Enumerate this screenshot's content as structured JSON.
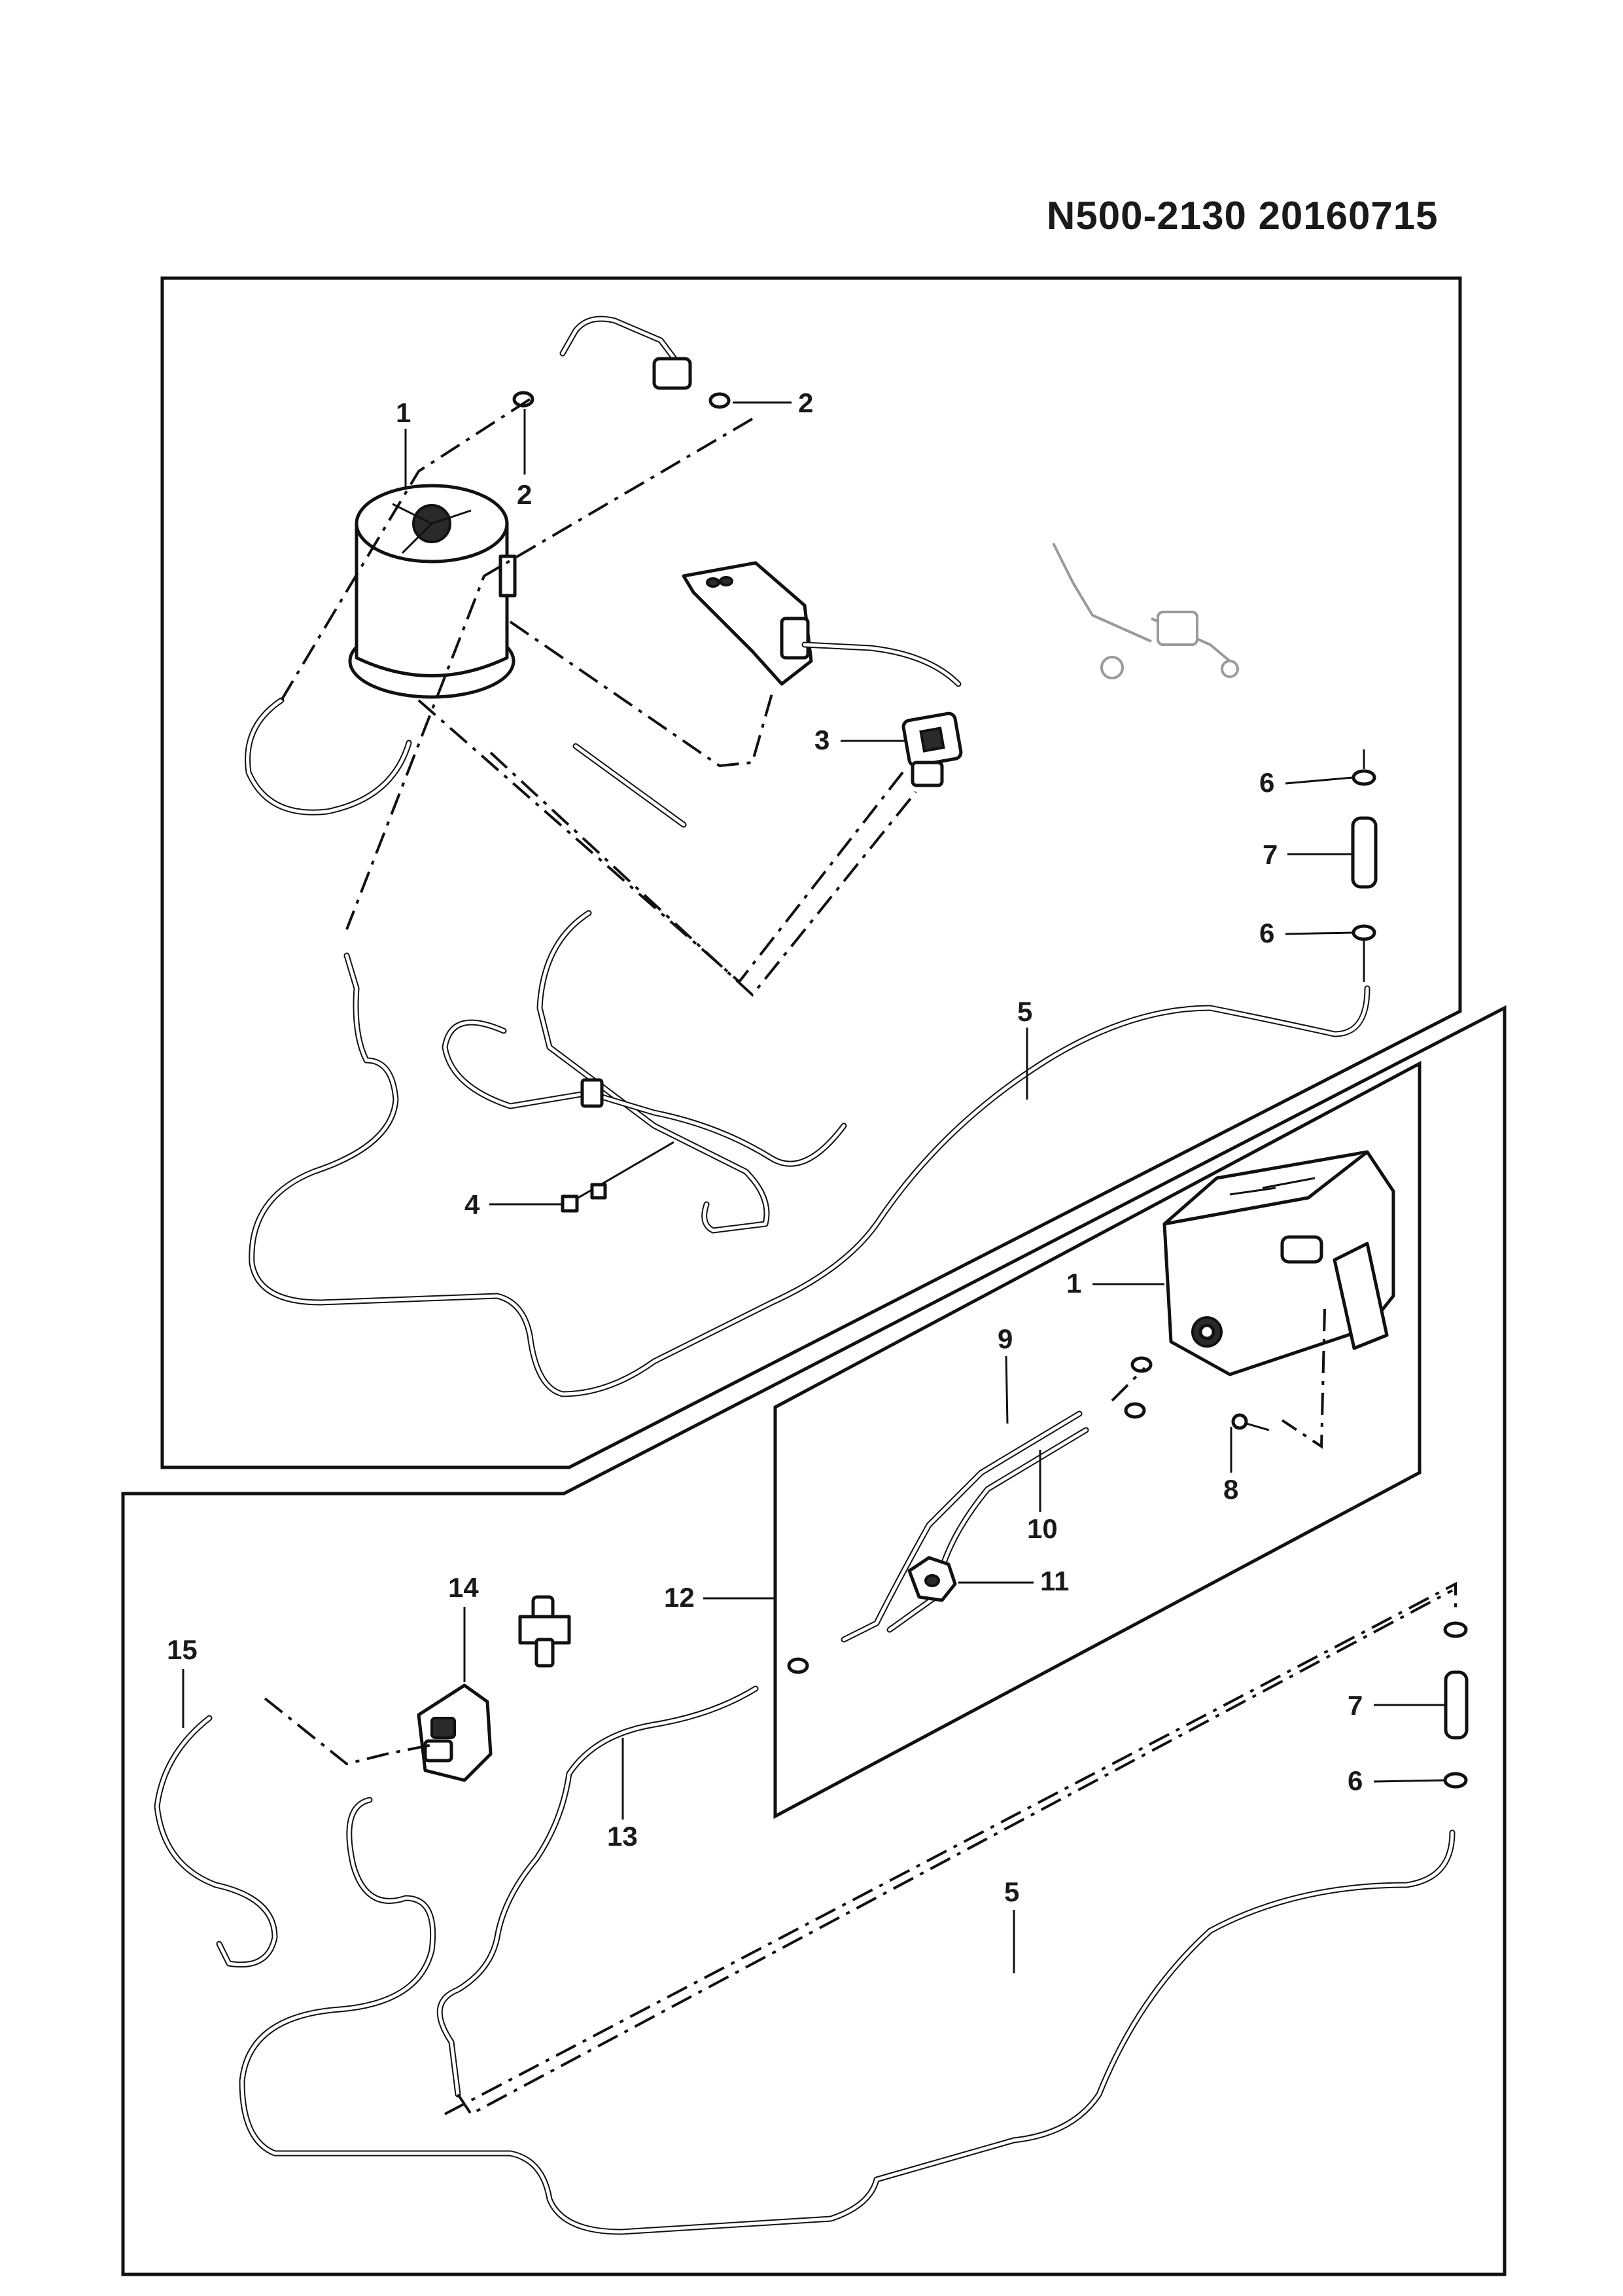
{
  "header": {
    "code": "N500-2130  20160715"
  },
  "callouts": {
    "c1a": "1",
    "c2a": "2",
    "c2b": "2",
    "c3": "3",
    "c4": "4",
    "c5a": "5",
    "c6a": "6",
    "c7a": "7",
    "c6b": "6",
    "c1b": "1",
    "c9": "9",
    "c10": "10",
    "c8": "8",
    "c12": "12",
    "c11": "11",
    "c14": "14",
    "c15": "15",
    "c13": "13",
    "c7b": "7",
    "c6c": "6",
    "c5b": "5"
  }
}
